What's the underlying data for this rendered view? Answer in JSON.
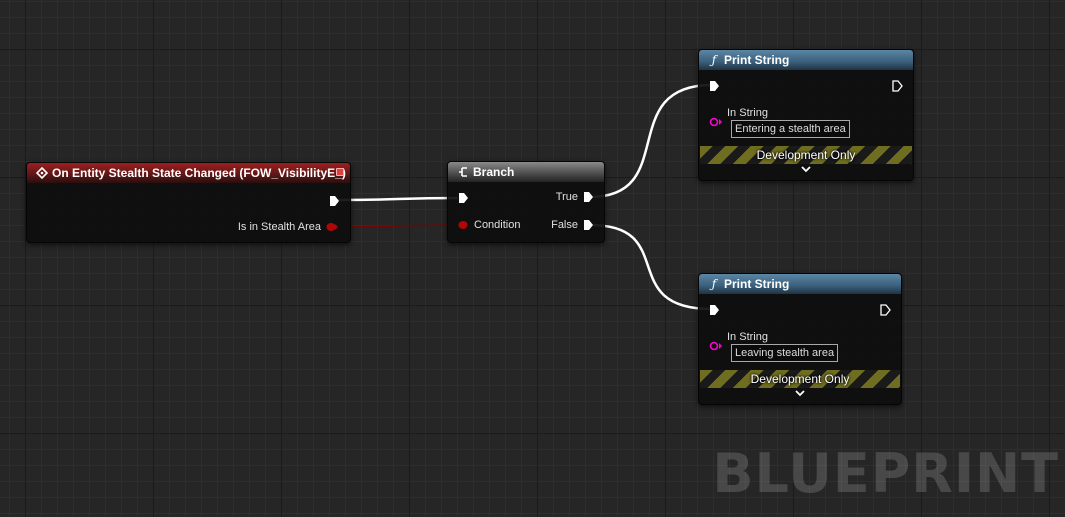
{
  "event_node": {
    "title": "On Entity Stealth State Changed (FOW_VisibilityE_)",
    "output_label": "Is in Stealth Area",
    "color": "#9e1f1f"
  },
  "branch_node": {
    "title": "Branch",
    "condition_label": "Condition",
    "true_label": "True",
    "false_label": "False"
  },
  "print_nodes": [
    {
      "title": "Print String",
      "input_label": "In String",
      "input_value": "Entering a stealth area",
      "dev_label": "Development Only"
    },
    {
      "title": "Print String",
      "input_label": "In String",
      "input_value": "Leaving stealth area",
      "dev_label": "Development Only"
    }
  ],
  "colors": {
    "exec_wire": "#ffffff",
    "bool_pin": "#920101",
    "string_pin": "#fb00d1",
    "function_header": "#3a5f7a"
  },
  "icons": {
    "event": "event-diamond-icon",
    "branch": "branch-icon",
    "function": "function-f-icon",
    "expand": "chevron-down-icon"
  },
  "watermark": "BLUEPRINT"
}
